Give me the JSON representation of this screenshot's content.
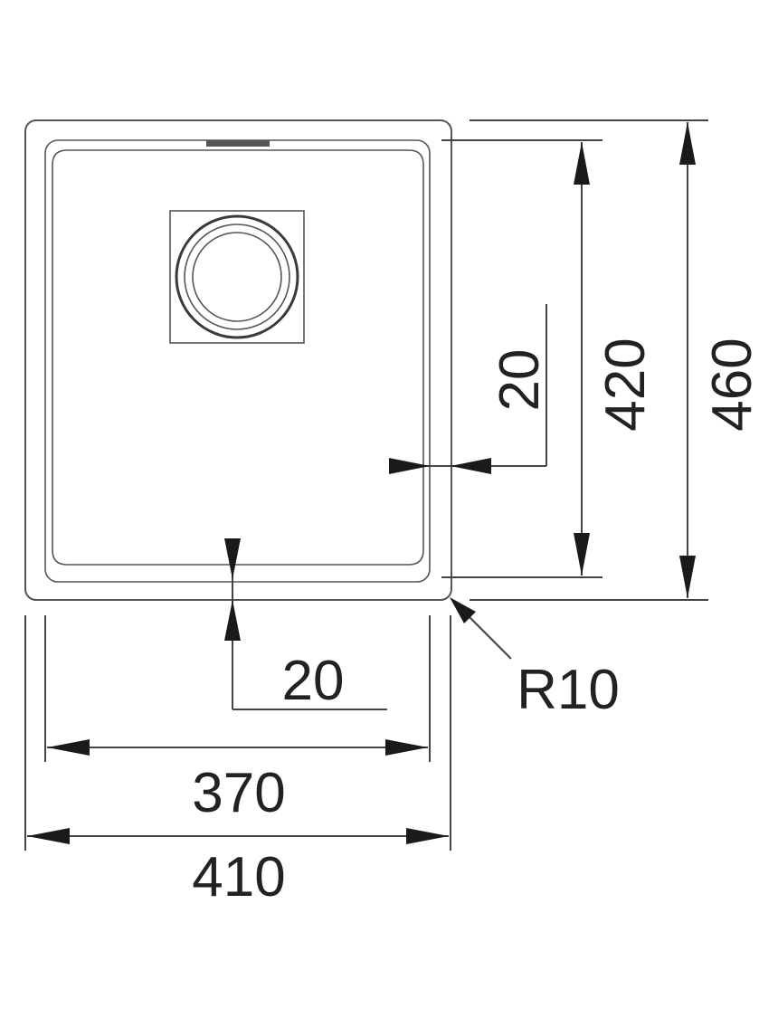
{
  "dimensions": {
    "outer_width": "410",
    "inner_width": "370",
    "outer_height": "460",
    "inner_height": "420",
    "side_offset": "20",
    "bottom_offset": "20",
    "corner_radius": "R10"
  },
  "colors": {
    "line": "#555555",
    "arrow": "#1a1a1a",
    "text": "#222222"
  }
}
